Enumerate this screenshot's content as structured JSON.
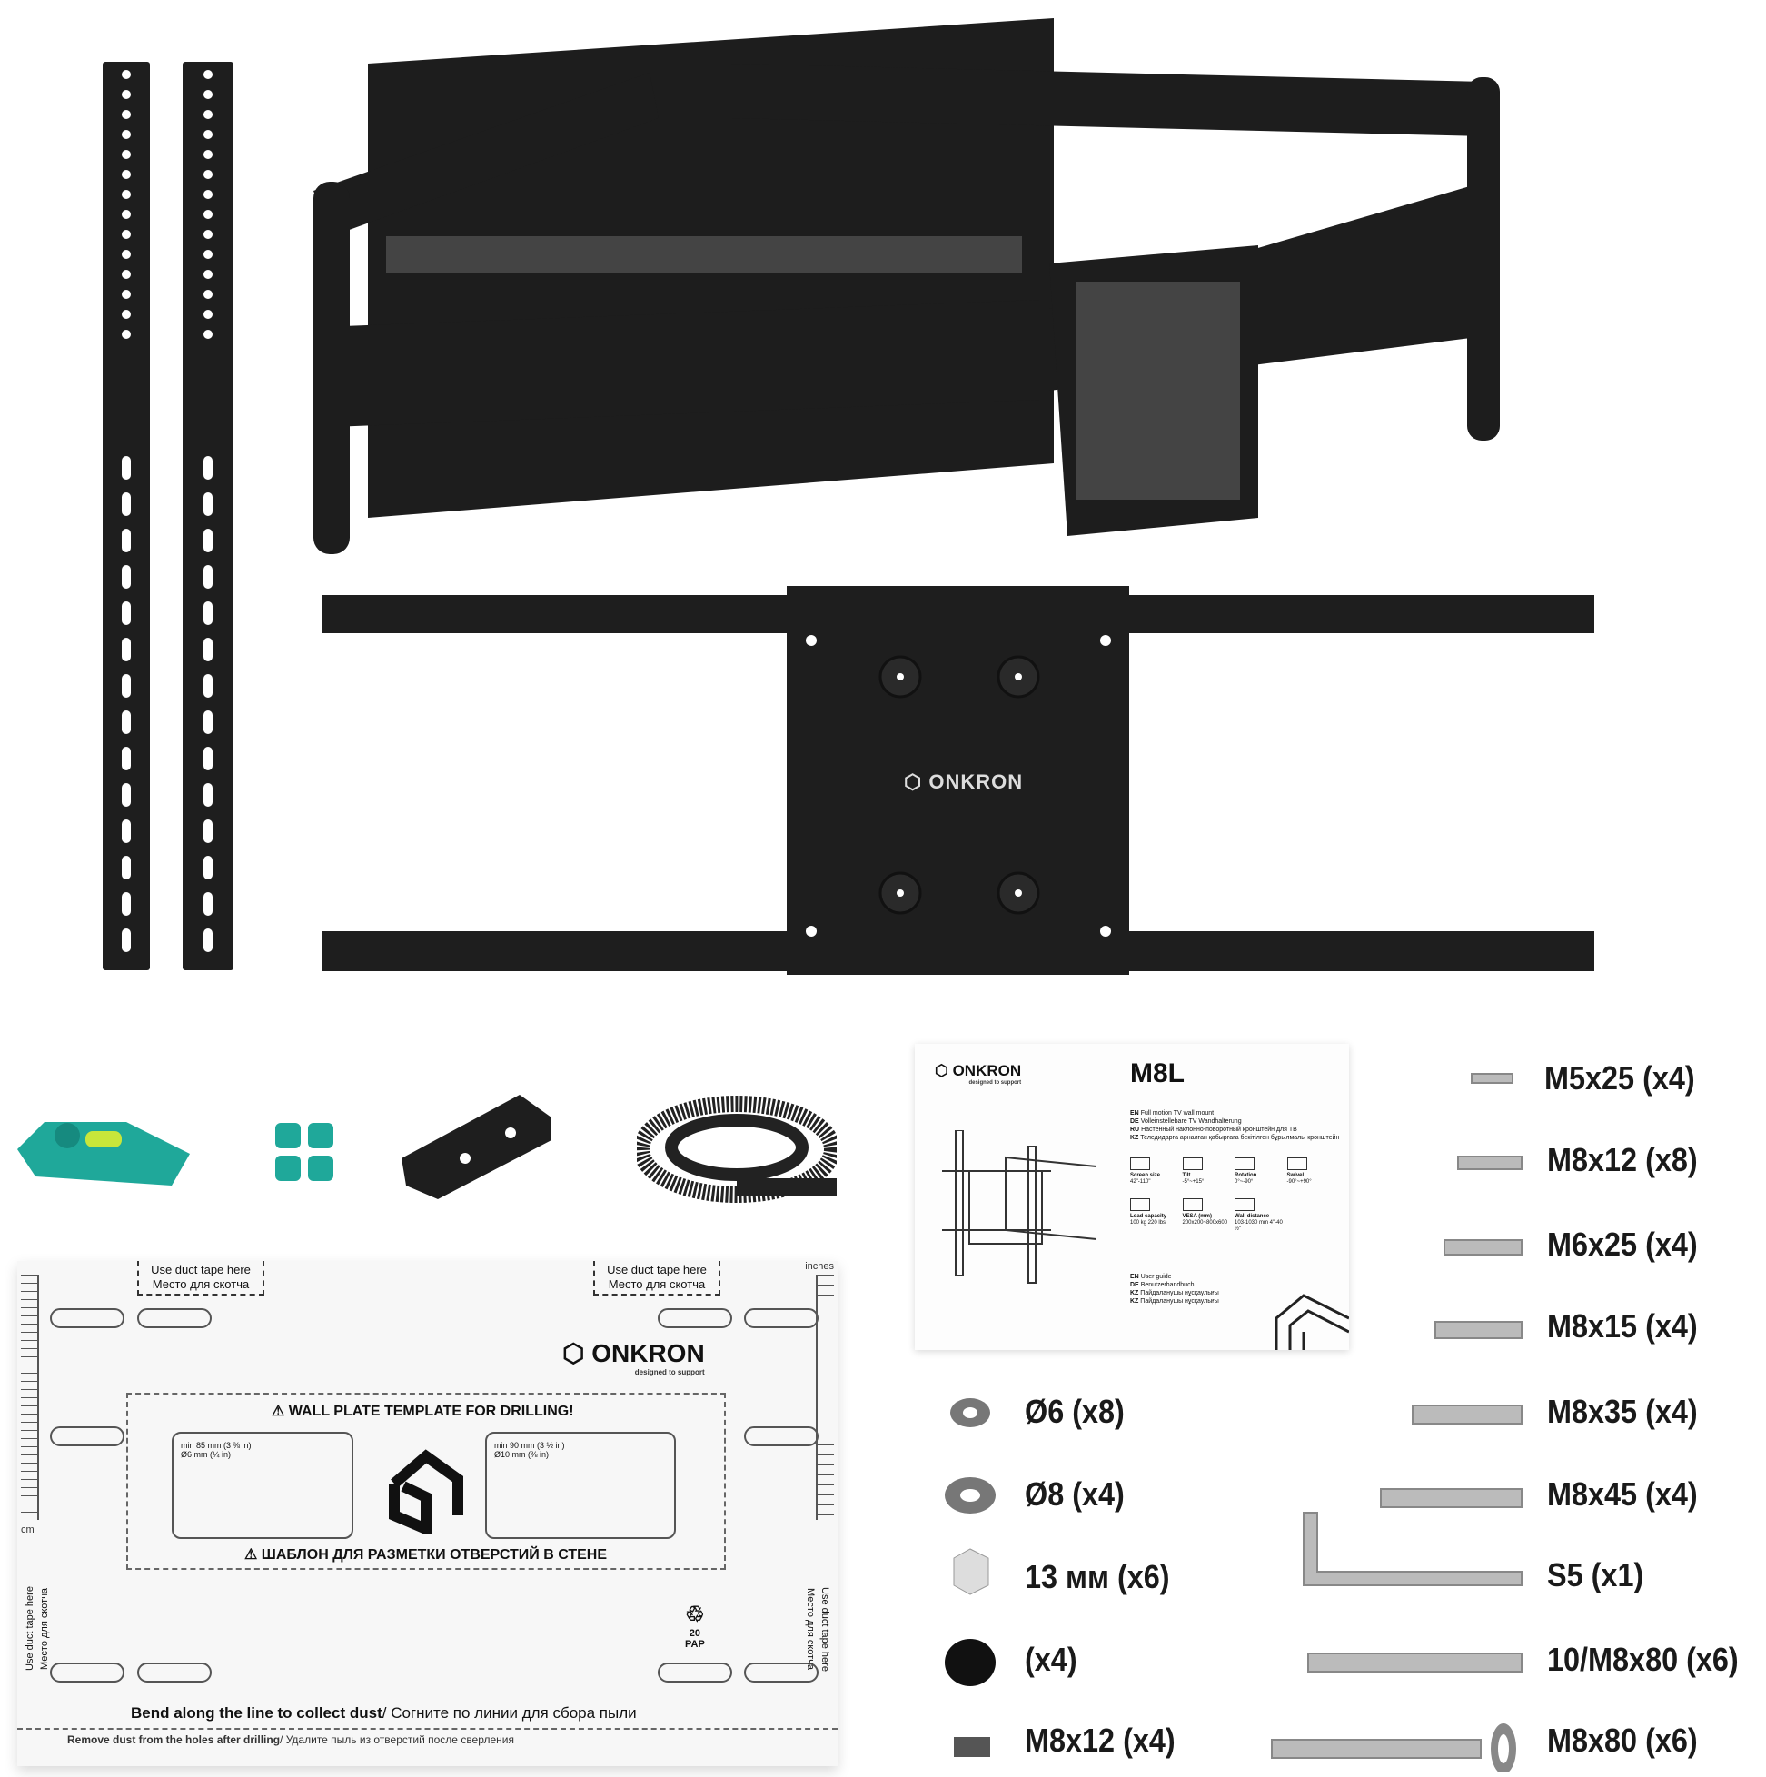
{
  "brand": {
    "name": "ONKRON",
    "tagline": "designed to support"
  },
  "manual": {
    "model": "M8L",
    "descriptions": [
      {
        "lang": "EN",
        "text": "Full motion TV wall mount"
      },
      {
        "lang": "DE",
        "text": "Volleinstellebare TV Wandhalterung"
      },
      {
        "lang": "RU",
        "text": "Настенный наклонно-поворотный кронштейн для ТВ"
      },
      {
        "lang": "KZ",
        "text": "Теледидарға арналған қабырғаға бекітілген бұрылмалы кронштейн"
      }
    ],
    "specs": [
      {
        "label": "Screen size",
        "value": "42\"-110\""
      },
      {
        "label": "Tilt",
        "value": "-5°~+15°"
      },
      {
        "label": "Rotation",
        "value": "0°~-90°"
      },
      {
        "label": "Swivel",
        "value": "-90°~+90°"
      },
      {
        "label": "Load capacity",
        "value": "100 kg 220 lbs"
      },
      {
        "label": "VESA (mm)",
        "value": "200x200~800x600"
      },
      {
        "label": "Wall distance",
        "value": "103-1030 mm 4\"-40 ½\""
      }
    ],
    "guides": [
      {
        "lang": "EN",
        "text": "User guide"
      },
      {
        "lang": "DE",
        "text": "Benutzerhandbuch"
      },
      {
        "lang": "KZ",
        "text": "Пайдаланушы нұсқаулығы"
      },
      {
        "lang": "KZ",
        "text": "Пайдаланушы нұсқаулығы"
      }
    ]
  },
  "template": {
    "tape_en": "Use duct tape here",
    "tape_ru": "Место для скотча",
    "title_en": "WALL PLATE TEMPLATE FOR DRILLING!",
    "title_ru": "ШАБЛОН ДЛЯ РАЗМЕТКИ ОТВЕРСТИЙ В СТЕНЕ",
    "wood": {
      "depth": "min 85 mm",
      "depth_in": "(3 ⅜ in)",
      "drill": "Ø6 mm",
      "drill_in": "(¼ in)"
    },
    "concrete": {
      "depth": "min 90 mm",
      "depth_in": "(3 ½ in)",
      "drill": "Ø10 mm",
      "drill_in": "(⅜ in)"
    },
    "ruler_cm": "cm",
    "ruler_in": "inches",
    "recycle_code": "20",
    "recycle_label": "PAP",
    "bend_en": "Bend along the line to collect dust",
    "bend_ru": "/ Согните по линии для сбора пыли",
    "remove_en": "Remove dust from the holes after drilling",
    "remove_ru": "/ Удалите пыль из отверстий после сверления"
  },
  "parts_right": [
    "M5x25 (x4)",
    "M8x12 (x8)",
    "M6x25 (x4)",
    "M8x15 (x4)",
    "M8x35 (x4)",
    "M8x45 (x4)",
    "S5 (x1)",
    "10/M8x80 (x6)",
    "M8x80 (x6)"
  ],
  "parts_left": [
    "Ø6 (x8)",
    "Ø8 (x4)",
    "13 мм (x6)",
    "(x4)",
    "M8x12 (x4)"
  ],
  "colors": {
    "metal": "#1c1c1c",
    "accent": "#1fa89a",
    "paper": "#f7f7f7"
  }
}
